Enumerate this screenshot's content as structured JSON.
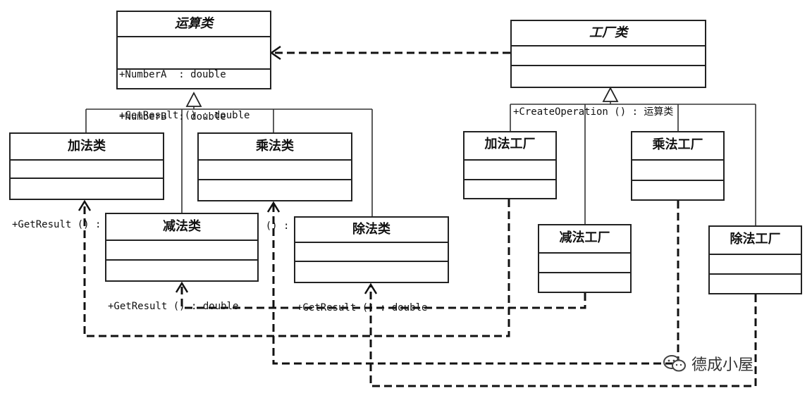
{
  "operation": {
    "name": "运算类",
    "attributes": [
      "+NumberA  : double",
      "+NumberB  : double"
    ],
    "operations": [
      "+GetResult () : double"
    ]
  },
  "factory": {
    "name": "工厂类",
    "attributes": [],
    "operations": [
      "+CreateOperation () : 运算类"
    ]
  },
  "add_class": {
    "name": "加法类",
    "operations": [
      "+GetResult () : double"
    ]
  },
  "mul_class": {
    "name": "乘法类",
    "operations": [
      "+GetResult () : double"
    ]
  },
  "sub_class": {
    "name": "减法类",
    "operations": [
      "+GetResult () : double"
    ]
  },
  "div_class": {
    "name": "除法类",
    "operations": [
      "+GetResult () : double"
    ]
  },
  "add_factory": {
    "name": "加法工厂"
  },
  "mul_factory": {
    "name": "乘法工厂"
  },
  "sub_factory": {
    "name": "减法工厂"
  },
  "div_factory": {
    "name": "除法工厂"
  },
  "watermark": {
    "text": "德成小屋"
  }
}
